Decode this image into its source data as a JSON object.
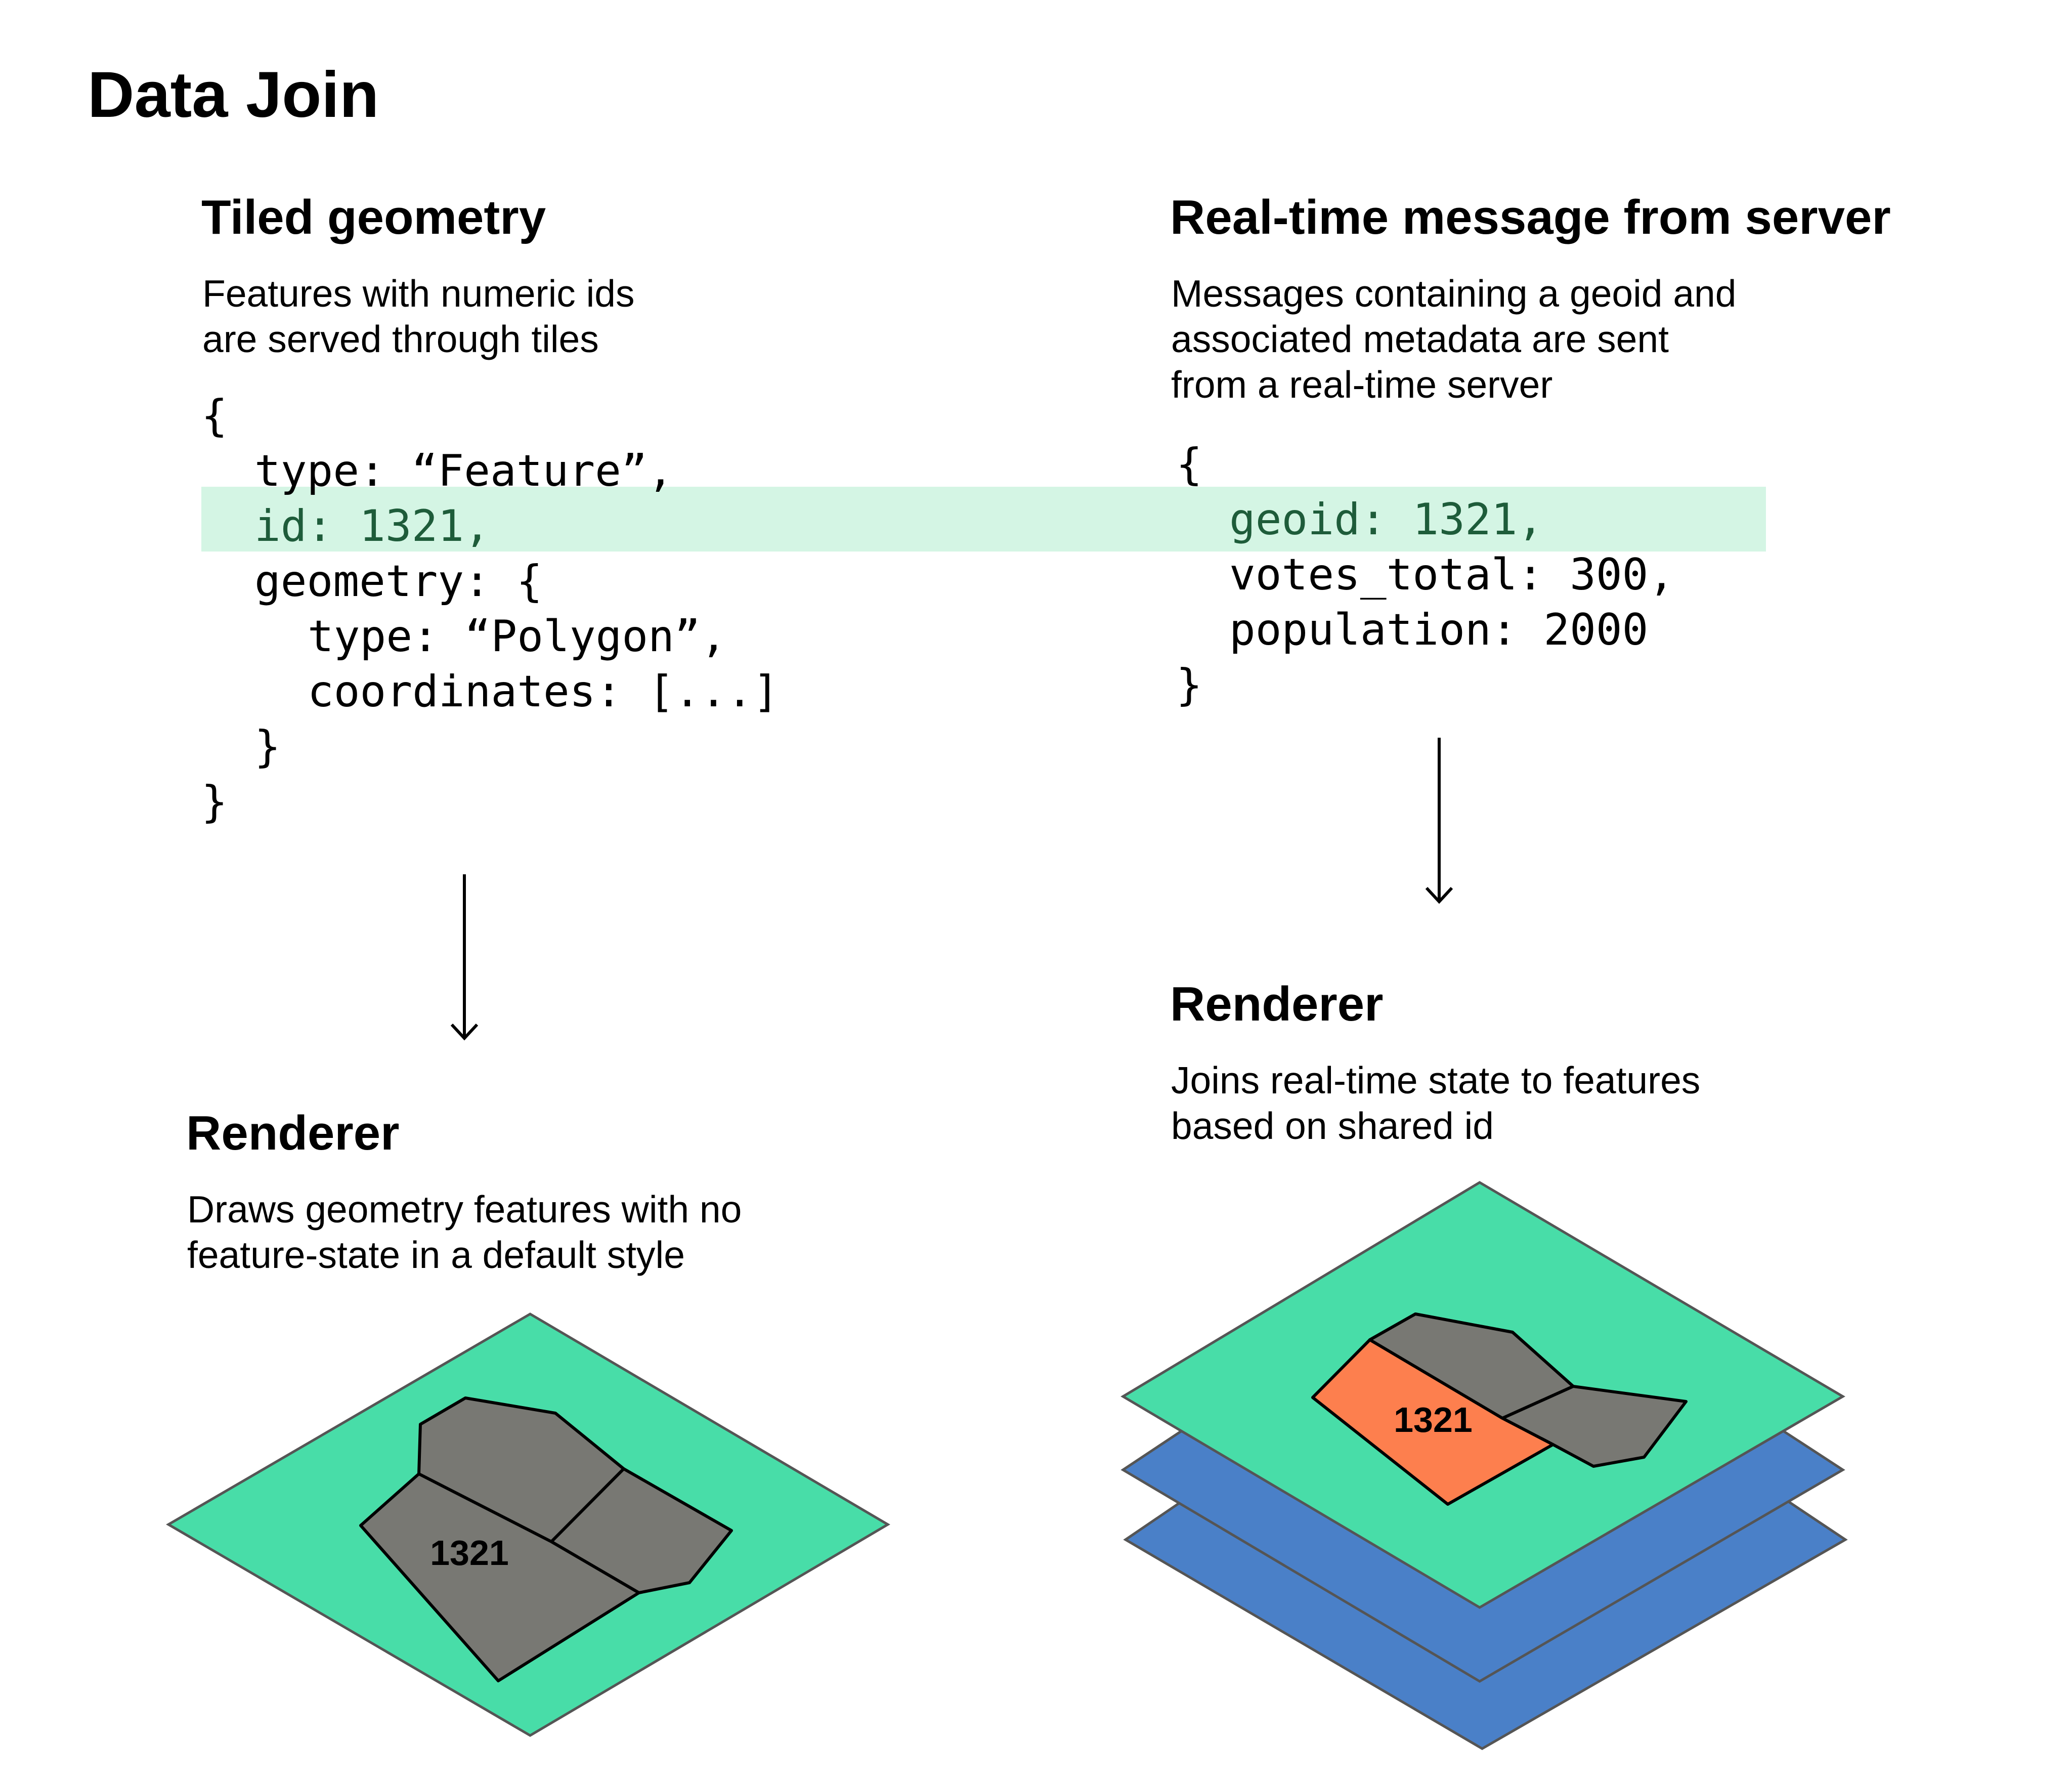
{
  "title": "Data Join",
  "left": {
    "heading": "Tiled geometry",
    "description": [
      "Features with numeric ids",
      "are served through tiles"
    ],
    "code": {
      "open": "{",
      "type_line": "type: “Feature”,",
      "id_line": "id: 1321,",
      "geometry_open": "geometry: {",
      "geom_type_line": "type: “Polygon”,",
      "coords_line": "coordinates: [...]",
      "geometry_close": "}",
      "close": "}"
    },
    "renderer": {
      "heading": "Renderer",
      "description": [
        "Draws geometry features with no",
        "feature-state in a default style"
      ],
      "feature_label": "1321"
    }
  },
  "right": {
    "heading": "Real-time message from server",
    "description": [
      "Messages containing a geoid and",
      "associated metadata are sent",
      "from a real-time server"
    ],
    "code": {
      "open": "{",
      "geoid_line": "geoid: 1321,",
      "votes_line": "votes_total: 300,",
      "population_line": "population: 2000",
      "close": "}"
    },
    "renderer": {
      "heading": "Renderer",
      "description": [
        "Joins real-time state to features",
        "based on shared id"
      ],
      "feature_label": "1321"
    }
  },
  "colors": {
    "highlight": "#d4f5e4",
    "map_green": "#48dda8",
    "map_blue": "#4a80c8",
    "feature_gray": "#787873",
    "feature_orange": "#fd7f4e",
    "outline": "#555555"
  }
}
